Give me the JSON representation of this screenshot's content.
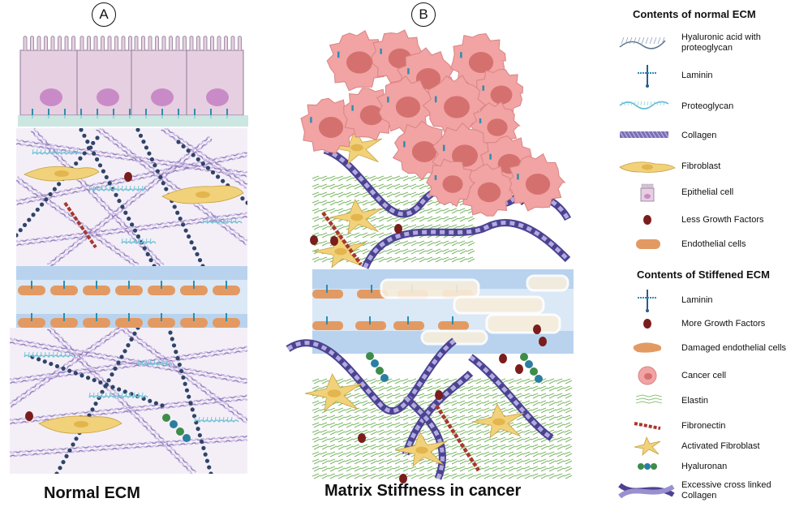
{
  "panels": {
    "a": "A",
    "b": "B"
  },
  "captions": {
    "normal": "Normal ECM",
    "cancer": "Matrix Stiffness in cancer"
  },
  "legend": {
    "normal_title": "Contents of normal ECM",
    "normal_items": [
      {
        "icon": "hyaluronic-acid-icon",
        "label": "Hyaluronic acid with proteoglycan"
      },
      {
        "icon": "laminin-icon",
        "label": "Laminin"
      },
      {
        "icon": "proteoglycan-icon",
        "label": "Proteoglycan"
      },
      {
        "icon": "collagen-icon",
        "label": "Collagen"
      },
      {
        "icon": "fibroblast-icon",
        "label": "Fibroblast"
      },
      {
        "icon": "epithelial-cell-icon",
        "label": "Epithelial cell"
      },
      {
        "icon": "growth-factor-icon",
        "label": "Less Growth Factors"
      },
      {
        "icon": "endothelial-cell-icon",
        "label": "Endothelial cells"
      }
    ],
    "stiff_title": "Contents of Stiffened  ECM",
    "stiff_items": [
      {
        "icon": "laminin-icon",
        "label": "Laminin"
      },
      {
        "icon": "growth-factor-icon",
        "label": "More Growth Factors"
      },
      {
        "icon": "damaged-endothelial-icon",
        "label": "Damaged endothelial cells"
      },
      {
        "icon": "cancer-cell-icon",
        "label": "Cancer cell"
      },
      {
        "icon": "elastin-icon",
        "label": "Elastin"
      },
      {
        "icon": "fibronectin-icon",
        "label": "Fibronectin"
      },
      {
        "icon": "activated-fibroblast-icon",
        "label": "Activated Fibroblast"
      },
      {
        "icon": "hyaluronan-icon",
        "label": "Hyaluronan"
      },
      {
        "icon": "crosslinked-collagen-icon",
        "label": "Excessive cross linked Collagen"
      }
    ]
  },
  "colors": {
    "epithelial": "#e6cfe0",
    "nucleus": "#c98bc7",
    "matrix_bg": "#f4eff7",
    "collagen": "#a894c8",
    "beads": "#2f4468",
    "proteoglycan": "#74c4d6",
    "fibroblast": "#f1d27a",
    "vessel": "#b9d3ee",
    "endothelial": "#e39a62",
    "growth_factor": "#7a1d1d",
    "cancer_cell": "#f2a3a3",
    "cancer_nucleus": "#d4716f",
    "elastin": "#7fb86a",
    "fibronectin": "#a8382e",
    "crosslinked_collagen": "#7a70b6"
  }
}
